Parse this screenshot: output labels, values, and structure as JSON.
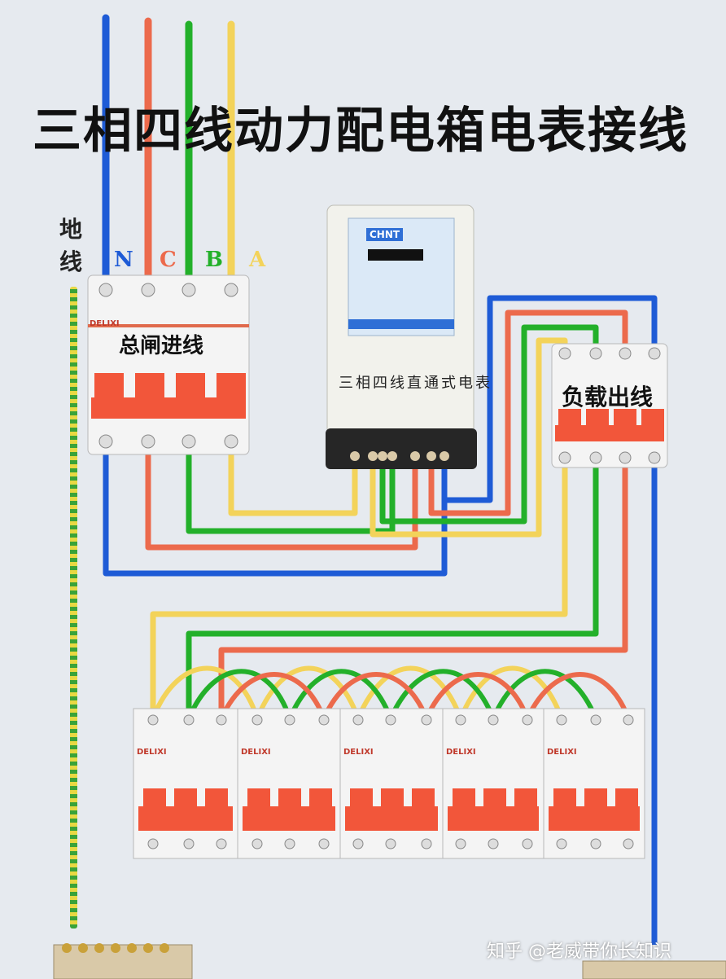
{
  "diagram": {
    "title": "三相四线动力配电箱电表接线",
    "ground_label": "地线",
    "phases": {
      "n": "N",
      "c": "C",
      "b": "B",
      "a": "A"
    },
    "main_switch_label": "总闸进线",
    "load_switch_label": "负载出线",
    "meter_label": "三相四线直通式电表",
    "meter_brand": "CHNT",
    "breaker_brand": "DELIXI",
    "watermark": "知乎 @老威带你长知识"
  },
  "colors": {
    "neutral": "#1e5bd6",
    "phase_c": "#ec6a4c",
    "phase_b": "#23b02a",
    "phase_a": "#f3d35a",
    "breaker_handle": "#f2563a",
    "ground": "yellow-green"
  }
}
